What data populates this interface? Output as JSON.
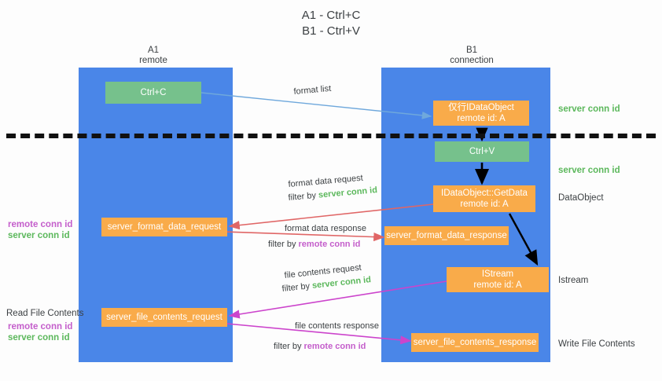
{
  "title_lines": [
    "A1 - Ctrl+C",
    "B1 - Ctrl+V"
  ],
  "columns": [
    {
      "name": "A1",
      "sub": "remote"
    },
    {
      "name": "B1",
      "sub": "connection"
    }
  ],
  "nodes": [
    {
      "id": "ctrl-c",
      "lines": [
        "Ctrl+C"
      ],
      "color": "#76c18c"
    },
    {
      "id": "idataobject-copy",
      "lines": [
        "仅行IDataObject",
        "remote id: A"
      ],
      "color": "#f9ab4a"
    },
    {
      "id": "ctrl-v",
      "lines": [
        "Ctrl+V"
      ],
      "color": "#76c18c"
    },
    {
      "id": "idataobject-getdata",
      "lines": [
        "IDataObject::GetData",
        "remote id: A"
      ],
      "color": "#f9ab4a"
    },
    {
      "id": "server-format-data-request",
      "lines": [
        "server_format_data_request"
      ],
      "color": "#f9ab4a"
    },
    {
      "id": "server-format-data-response",
      "lines": [
        "server_format_data_response"
      ],
      "color": "#f9ab4a"
    },
    {
      "id": "istream",
      "lines": [
        "IStream",
        "remote id: A"
      ],
      "color": "#f9ab4a"
    },
    {
      "id": "server-file-contents-request",
      "lines": [
        "server_file_contents_request"
      ],
      "color": "#f9ab4a"
    },
    {
      "id": "server-file-contents-response",
      "lines": [
        "server_file_contents_response"
      ],
      "color": "#f9ab4a"
    }
  ],
  "edges": [
    {
      "id": "format-list",
      "label": "format list",
      "color": "#6fa8dc"
    },
    {
      "id": "format-data-request",
      "label": "format data request",
      "filter_prefix": "filter by ",
      "filter_key": "server conn id",
      "color": "#e06666"
    },
    {
      "id": "format-data-response",
      "label": "format data response",
      "filter_prefix": "filter by ",
      "filter_key": "remote conn id",
      "color": "#e06666"
    },
    {
      "id": "file-contents-request",
      "label": "file contents request",
      "filter_prefix": "filter by ",
      "filter_key": "server conn id",
      "color": "#cc44cc"
    },
    {
      "id": "file-contents-response",
      "label": "file contents response",
      "filter_prefix": "filter by ",
      "filter_key": "remote conn id",
      "color": "#cc44cc"
    }
  ],
  "right_labels": [
    {
      "id": "server-conn-id-top",
      "text": "server conn id",
      "kind": "green"
    },
    {
      "id": "server-conn-id-mid",
      "text": "server conn id",
      "kind": "green"
    },
    {
      "id": "dataobject",
      "text": "DataObject",
      "kind": "plain"
    },
    {
      "id": "istream-label",
      "text": "Istream",
      "kind": "plain"
    },
    {
      "id": "write-file-contents",
      "text": "Write File Contents",
      "kind": "plain"
    }
  ],
  "left_labels": [
    {
      "id": "remote-conn-id-1",
      "text": "remote conn id",
      "kind": "magenta"
    },
    {
      "id": "server-conn-id-1",
      "text": "server conn id",
      "kind": "green"
    },
    {
      "id": "read-file-contents",
      "text": "Read File Contents",
      "kind": "plain"
    },
    {
      "id": "remote-conn-id-2",
      "text": "remote conn id",
      "kind": "magenta"
    },
    {
      "id": "server-conn-id-2",
      "text": "server conn id",
      "kind": "green"
    }
  ],
  "colors": {
    "lane": "#4a86e8",
    "orange": "#f9ab4a",
    "green_node": "#76c18c",
    "green_text": "#5cb85c",
    "magenta_text": "#c45ecb",
    "blue_arrow": "#6fa8dc",
    "red_arrow": "#e06666",
    "magenta_arrow": "#cc44cc",
    "black_arrow": "#000000"
  }
}
